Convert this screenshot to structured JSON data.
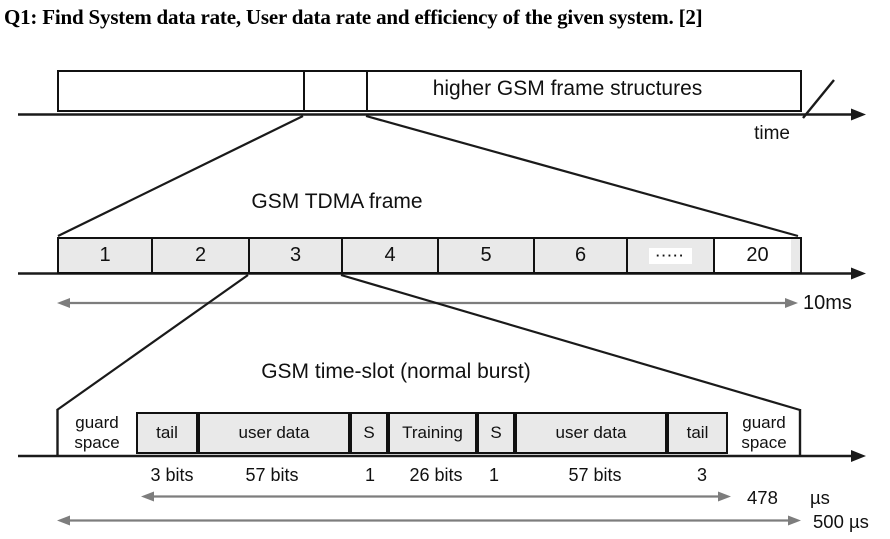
{
  "question": {
    "title": "Q1: Find System data rate, User data rate and efficiency of the given system. [2]"
  },
  "top_timeline": {
    "box_label": "higher GSM frame structures",
    "axis_label": "time"
  },
  "tdma_frame": {
    "title": "GSM TDMA frame",
    "slots": [
      "1",
      "2",
      "3",
      "4",
      "5",
      "6",
      "·····",
      "20"
    ],
    "duration": "10ms"
  },
  "time_slot": {
    "title": "GSM time-slot (normal burst)",
    "guard_label": "guard\nspace",
    "fields": [
      {
        "label": "tail",
        "bits": "3 bits"
      },
      {
        "label": "user data",
        "bits": "57 bits"
      },
      {
        "label": "S",
        "bits": "1"
      },
      {
        "label": "Training",
        "bits": "26 bits"
      },
      {
        "label": "S",
        "bits": "1"
      },
      {
        "label": "user data",
        "bits": "57 bits"
      },
      {
        "label": "tail",
        "bits": "3"
      }
    ],
    "data_duration_value": "478",
    "data_duration_unit": "µs",
    "total_duration": "500 µs"
  },
  "colors": {
    "line": "#1a1a1a",
    "cell_fill": "#e9e9e9",
    "measure_arrow": "#7d7d7d",
    "background": "#ffffff"
  }
}
